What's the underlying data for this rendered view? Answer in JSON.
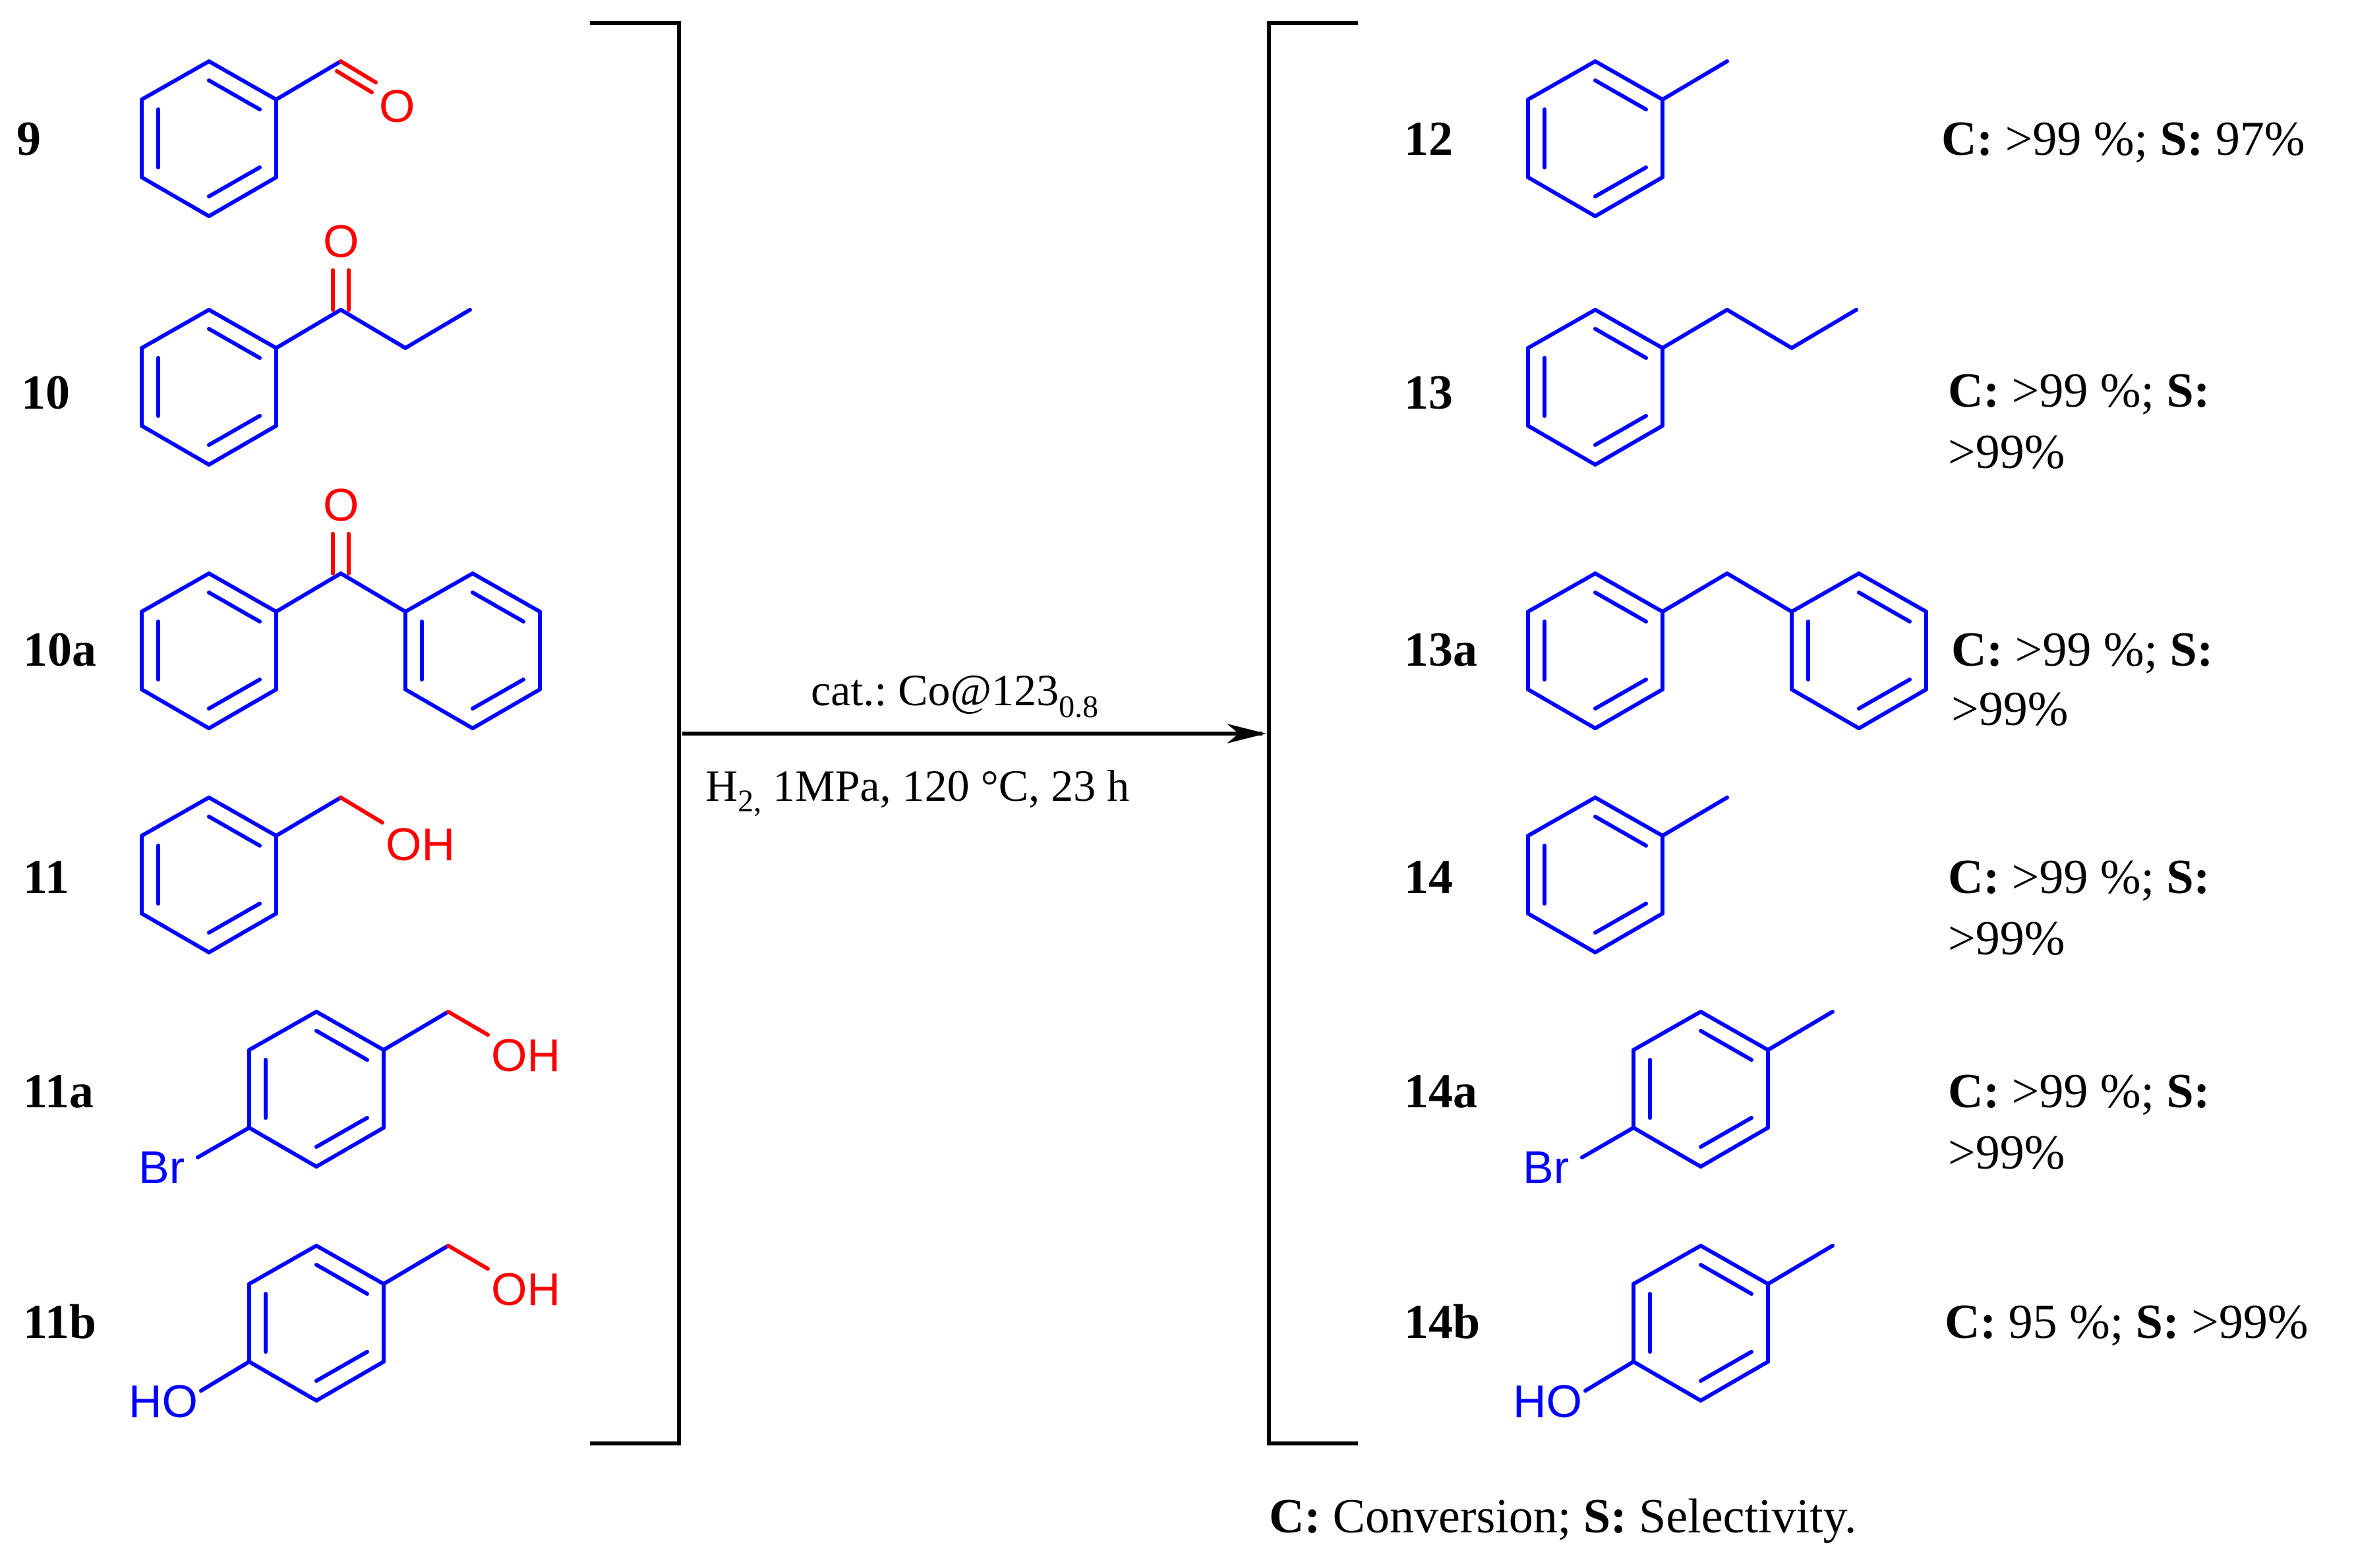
{
  "reactants": [
    {
      "id": "9"
    },
    {
      "id": "10"
    },
    {
      "id": "10a"
    },
    {
      "id": "11"
    },
    {
      "id": "11a"
    },
    {
      "id": "11b"
    }
  ],
  "products": [
    {
      "id": "12",
      "r1": "C:",
      "r2": " >99 %; ",
      "r3": "S:",
      "r4": " 97%",
      "r5": ""
    },
    {
      "id": "13",
      "r1": "C:",
      "r2": " >99 %; ",
      "r3": "S:",
      "r4": "",
      "r5": ">99%"
    },
    {
      "id": "13a",
      "r1": "C:",
      "r2": " >99 %; ",
      "r3": "S:",
      "r4": "",
      "r5": ">99%"
    },
    {
      "id": "14",
      "r1": "C:",
      "r2": " >99 %; ",
      "r3": "S:",
      "r4": "",
      "r5": ">99%"
    },
    {
      "id": "14a",
      "r1": "C:",
      "r2": " >99 %; ",
      "r3": "S:",
      "r4": "",
      "r5": ">99%"
    },
    {
      "id": "14b",
      "r1": "C:",
      "r2": " 95 %; ",
      "r3": "S:",
      "r4": " >99%",
      "r5": ""
    }
  ],
  "atoms": {
    "oxygen": "O",
    "hydroxyl": "OH",
    "bromine": "Br",
    "hydroxyl_left": "HO"
  },
  "conditions": {
    "catalyst_prefix": "cat.: Co@123",
    "catalyst_sub": "0.8",
    "h2_main": "H",
    "h2_sub": "2,",
    "params": " 1MPa, 120 °C, 23 h"
  },
  "footnote": {
    "c_label": "C:",
    "c_text": " Conversion; ",
    "s_label": "S:",
    "s_text": " Selectivity."
  },
  "colors": {
    "carbon_skeleton": "#0000ff",
    "heteroatom": "#ff0000",
    "text": "#000000"
  }
}
